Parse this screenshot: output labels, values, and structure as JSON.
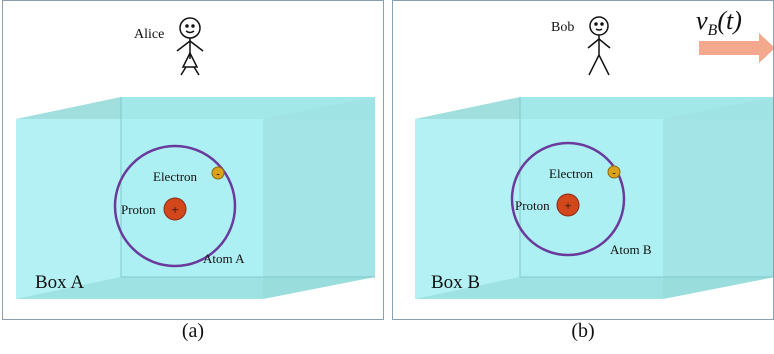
{
  "panels": [
    {
      "observer": "Alice",
      "box_label": "Box A",
      "electron_label": "Electron",
      "proton_label": "Proton",
      "atom_label": "Atom A",
      "caption": "(a)"
    },
    {
      "observer": "Bob",
      "box_label": "Box B",
      "electron_label": "Electron",
      "proton_label": "Proton",
      "atom_label": "Atom B",
      "caption": "(b)",
      "velocity_symbol": "v",
      "velocity_subscript": "B",
      "velocity_argument": "(t)"
    }
  ],
  "symbols": {
    "proton_charge": "+",
    "electron_charge": "-"
  },
  "colors": {
    "box_front": "#a6eef2",
    "box_top": "#8fd9d7",
    "box_side": "#9ee2e4",
    "orbit": "#6a3a9c",
    "proton": "#d2471c",
    "electron": "#d9a21a",
    "arrow": "#f4a98f"
  }
}
